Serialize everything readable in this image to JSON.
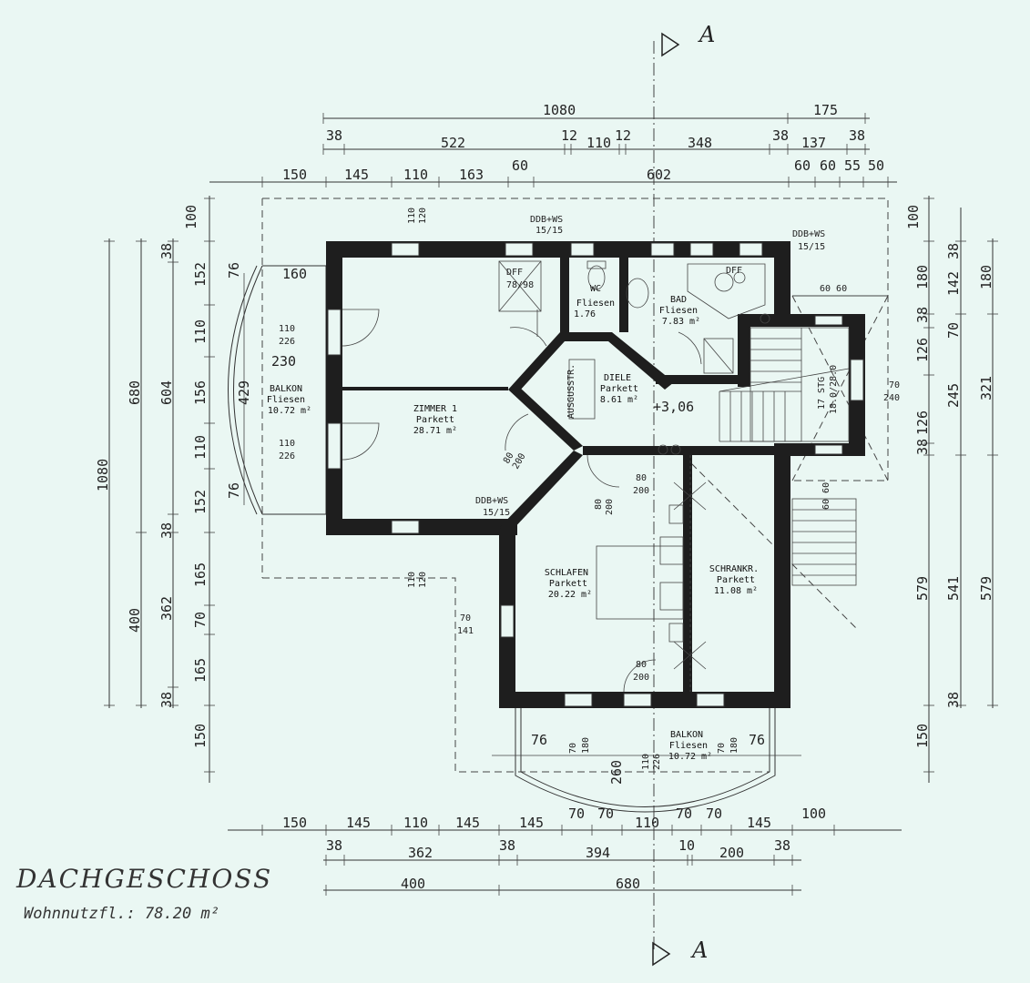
{
  "title": "DACHGESCHOSS",
  "subtitle": "Wohnnutzfl.:  78.20  m²",
  "section_label": "A",
  "spot_level": "+3,06",
  "dimensions": {
    "top_1": [
      "1080",
      "175"
    ],
    "top_2": [
      "38",
      "522",
      "12",
      "110",
      "12",
      "348",
      "38",
      "137",
      "38"
    ],
    "top_3": [
      "150",
      "145",
      "110",
      "163",
      "60",
      "602",
      "60",
      "60",
      "55",
      "50"
    ],
    "left_outer": [
      "1080"
    ],
    "left_2": [
      "680",
      "400"
    ],
    "left_3": [
      "38",
      "604",
      "38",
      "362",
      "38"
    ],
    "left_4": [
      "100",
      "152",
      "110",
      "156",
      "110",
      "152",
      "165",
      "70",
      "165",
      "150"
    ],
    "right_1": [
      "100",
      "180",
      "142",
      "38",
      "126",
      "245",
      "126",
      "38",
      "579",
      "150"
    ],
    "right_2": [
      "180",
      "321",
      "541",
      "579"
    ],
    "right_3": [
      "38",
      "70",
      "38"
    ],
    "bottom_1": [
      "150",
      "145",
      "110",
      "145",
      "145",
      "70",
      "70",
      "110",
      "70",
      "70",
      "145",
      "100"
    ],
    "bottom_2": [
      "38",
      "362",
      "38",
      "394",
      "10",
      "200",
      "38"
    ],
    "bottom_3": [
      "400",
      "680"
    ]
  },
  "rooms": [
    {
      "name": "ZIMMER 1",
      "finish": "Parkett",
      "area": "28.71 m²"
    },
    {
      "name": "BALKON",
      "finish": "Fliesen",
      "area": "10.72 m²"
    },
    {
      "name": "DIELE",
      "finish": "Parkett",
      "area": "8.61 m²"
    },
    {
      "name": "BAD",
      "finish": "Fliesen",
      "area": "7.83 m²"
    },
    {
      "name": "WC",
      "finish": "Fliesen",
      "area": "1.76"
    },
    {
      "name": "SCHLAFEN",
      "finish": "Parkett",
      "area": "20.22 m²"
    },
    {
      "name": "SCHRANKR.",
      "finish": "Parkett",
      "area": "11.08 m²"
    },
    {
      "name": "BALKON",
      "finish": "Fliesen",
      "area": "10.72 m²"
    }
  ],
  "annotations": {
    "ddb_1": "DDB+WS",
    "ddb_1b": "15/15",
    "ddb_2": "DDB+WS",
    "ddb_2b": "15/15",
    "ddb_3": "DDB+WS",
    "ddb_3b": "15/15",
    "win_110_120": "110",
    "win_110_120b": "120",
    "bal_door_1a": "110",
    "bal_door_1b": "226",
    "bal_door_2a": "110",
    "bal_door_2b": "226",
    "dim_230": "230",
    "dim_429": "429",
    "dim_76a": "76",
    "dim_160": "160",
    "dim_76b": "76",
    "door_80_200a": "80",
    "door_80_200b": "200",
    "door_80_200c": "80",
    "door_80_200d": "200",
    "door_80_200e": "80",
    "door_80_200f": "200",
    "dim_70_141a": "70",
    "dim_70_141b": "141",
    "stair": "17 STG",
    "stair2": "18.0/28.0",
    "dim_70_240a": "70",
    "dim_70_240b": "240",
    "dim_60_60": "60 60",
    "dusche": "DFF",
    "dusche2": "78/98",
    "ausgusstr": "AUSGUSSTR.",
    "dim_76c": "76",
    "dim_76d": "76",
    "dim_70_180a": "70",
    "dim_70_180b": "180",
    "dim_260": "260",
    "dim_110_226a": "110",
    "dim_110_226b": "226"
  }
}
